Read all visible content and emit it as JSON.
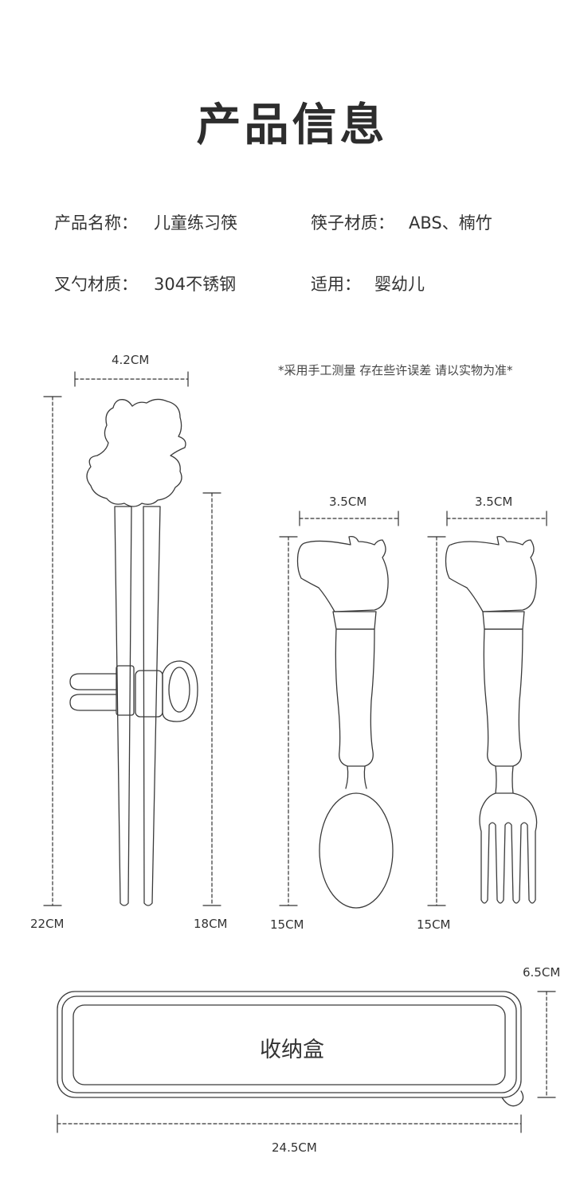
{
  "title": "产品信息",
  "specs": {
    "name_label": "产品名称：",
    "name_value": "儿童练习筷",
    "chopstick_material_label": "筷子材质：",
    "chopstick_material_value": "ABS、楠竹",
    "fork_spoon_material_label": "叉勺材质：",
    "fork_spoon_material_value": "304不锈钢",
    "suitable_label": "适用：",
    "suitable_value": "婴幼儿"
  },
  "note": "*采用手工测量 存在些许误差 请以实物为准*",
  "dimensions": {
    "chopsticks_width": "4.2CM",
    "chopsticks_total_length": "22CM",
    "chopsticks_stick_length": "18CM",
    "spoon_width": "3.5CM",
    "spoon_length": "15CM",
    "fork_width": "3.5CM",
    "fork_length": "15CM",
    "case_height": "6.5CM",
    "case_length": "24.5CM"
  },
  "storage_case": {
    "label": "收纳盒"
  },
  "colors": {
    "line": "#3a3a3a",
    "dim_line": "#333333",
    "text": "#333333"
  }
}
